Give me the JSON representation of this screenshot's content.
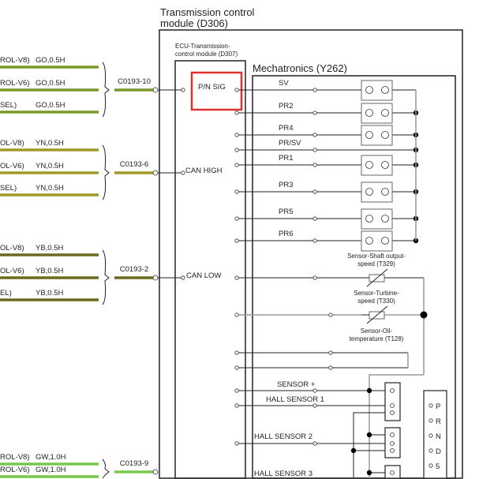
{
  "module": {
    "title_line1": "Transmission control",
    "title_line2": "module (D306)"
  },
  "ecu": {
    "label_line1": "ECU-Transmission-",
    "label_line2": "control module (D307)",
    "pins": {
      "pn_sig": "P/N SIG",
      "can_high": "CAN HIGH",
      "can_low": "CAN LOW"
    }
  },
  "mechatronics": {
    "title": "Mechatronics (Y262)",
    "solenoids": [
      "SV",
      "PR2",
      "PR4",
      "PR/SV",
      "PR1",
      "PR3",
      "PR5",
      "PR6"
    ]
  },
  "sensors": {
    "shaft_line1": "Sensor-Shaft output-",
    "shaft_line2": "speed (T329)",
    "turbine_line1": "Sensor-Turbine-",
    "turbine_line2": "speed (T330)",
    "oil_line1": "Sensor-Oil-",
    "oil_line2": "temperature (T128)"
  },
  "hall": {
    "sensor_plus": "SENSOR +",
    "hall1": "HALL SENSOR 1",
    "hall2": "HALL SENSOR 2",
    "hall3": "HALL SENSOR 3"
  },
  "gear_positions": [
    "P",
    "R",
    "N",
    "D",
    "5"
  ],
  "harness": [
    {
      "connector": "C0193-10",
      "color": "#7a9a2a",
      "wires": [
        {
          "variant": "ROL-V8)",
          "spec": "GO,0.5H"
        },
        {
          "variant": "ROL-V6)",
          "spec": "GO,0.5H"
        },
        {
          "variant": "SEL)",
          "spec": "GO,0.5H"
        }
      ]
    },
    {
      "connector": "C0193-6",
      "color": "#a29a2a",
      "wires": [
        {
          "variant": "OL-V8)",
          "spec": "YN,0.5H"
        },
        {
          "variant": "OL-V6)",
          "spec": "YN,0.5H"
        },
        {
          "variant": "SEL)",
          "spec": "YN,0.5H"
        }
      ]
    },
    {
      "connector": "C0193-2",
      "color": "#6b6a1e",
      "wires": [
        {
          "variant": "OL-V8)",
          "spec": "YB,0.5H"
        },
        {
          "variant": "OL-V6)",
          "spec": "YB,0.5H"
        },
        {
          "variant": "EL)",
          "spec": "YB,0.5H"
        }
      ]
    },
    {
      "connector": "C0193-9",
      "color": "#7ac84a",
      "wires": [
        {
          "variant": "ROL-V8)",
          "spec": "GW,1.0H"
        },
        {
          "variant": "ROL-V6)",
          "spec": "GW,1.0H"
        }
      ]
    }
  ],
  "highlight_color": "#e03030"
}
